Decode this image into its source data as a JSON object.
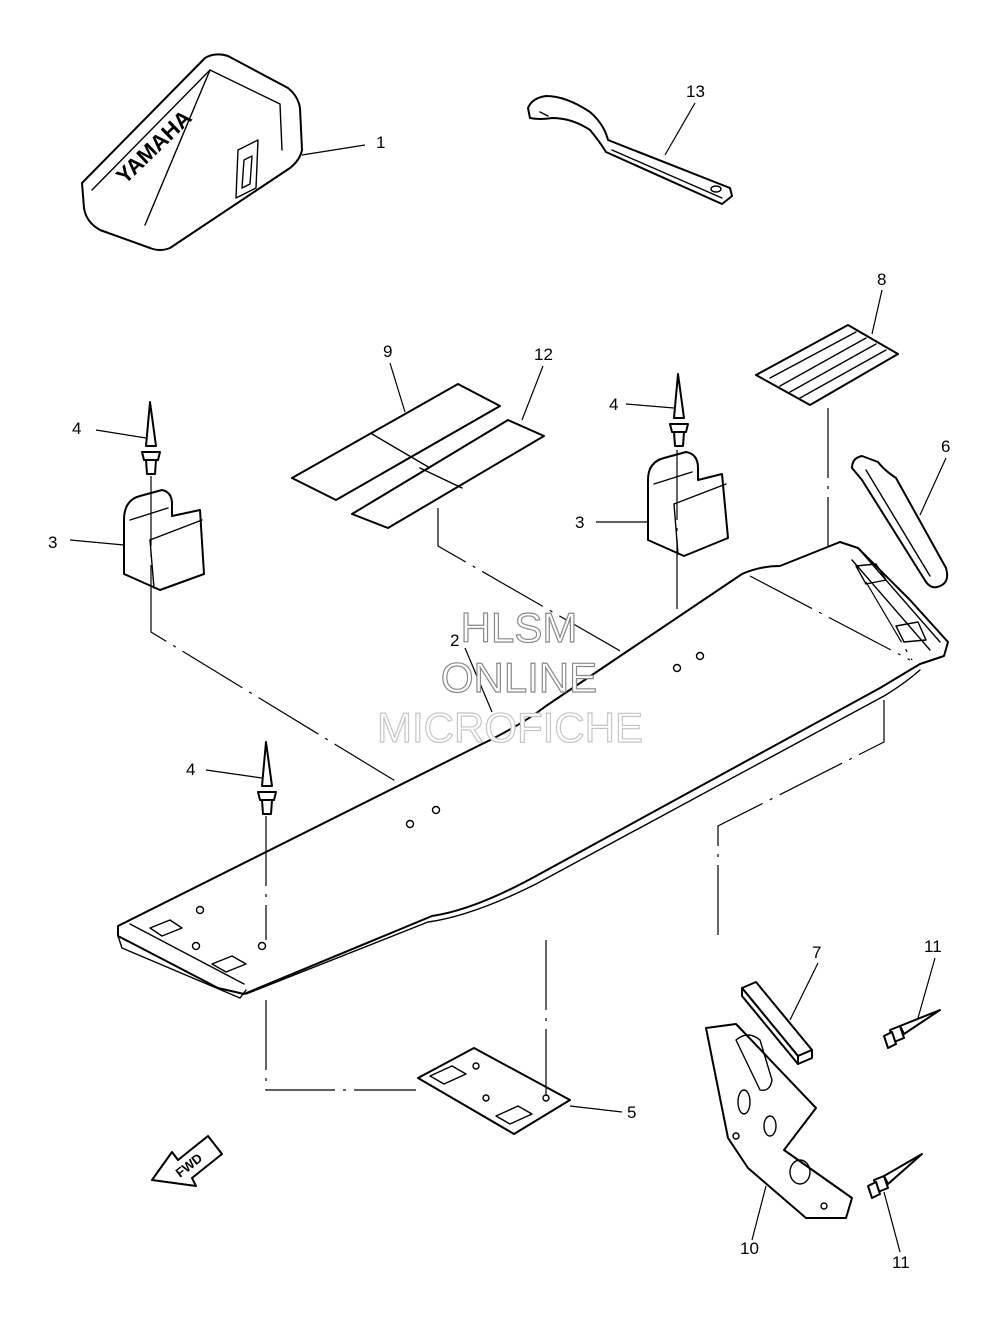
{
  "watermark": {
    "line1": "HLSM",
    "line2": "ONLINE",
    "line3": "MICROFICHE"
  },
  "brand_logo": "YAMAHA",
  "direction_arrow": "FWD",
  "callouts": {
    "c1": "1",
    "c2": "2",
    "c3a": "3",
    "c3b": "3",
    "c4a": "4",
    "c4b": "4",
    "c4c": "4",
    "c5": "5",
    "c6": "6",
    "c7": "7",
    "c8": "8",
    "c9": "9",
    "c10": "10",
    "c11a": "11",
    "c11b": "11",
    "c12": "12",
    "c13": "13"
  },
  "colors": {
    "line": "#000000",
    "background": "#ffffff",
    "watermark_outline": "#8a8a8a"
  }
}
